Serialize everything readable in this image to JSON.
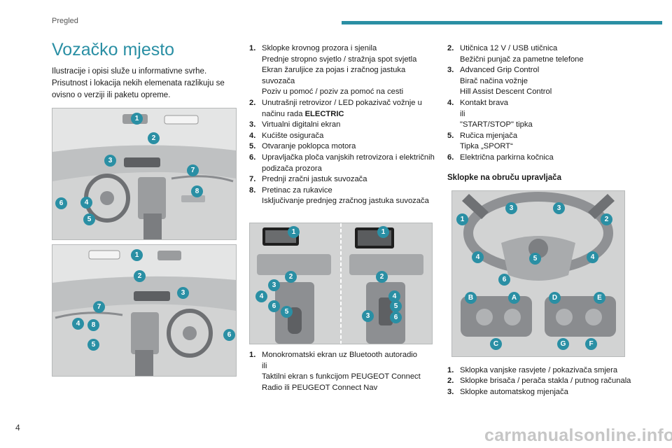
{
  "header": {
    "section": "Pregled"
  },
  "page_number": "4",
  "watermark": "carmanualsonline.info",
  "colors": {
    "accent": "#2a8fa4",
    "text": "#1a1a1a",
    "figure_bg": "#d2d3d3"
  },
  "title": "Vozačko mjesto",
  "intro": "Ilustracije i opisi služe u informativne svrhe. Prisutnost i lokacija nekih elemenata razlikuju se ovisno o verziji ili paketu opreme.",
  "figures": {
    "left_top": {
      "callouts": [
        "1",
        "2",
        "3",
        "7",
        "8",
        "6",
        "4",
        "5"
      ]
    },
    "left_bottom": {
      "callouts": [
        "1",
        "2",
        "3",
        "7",
        "4",
        "8",
        "6",
        "5"
      ]
    },
    "middle": {
      "callouts": [
        "1",
        "2",
        "3",
        "4",
        "6",
        "5",
        "1",
        "2",
        "4",
        "5",
        "3",
        "6"
      ]
    },
    "wheel": {
      "callouts": [
        "1",
        "3",
        "3",
        "2",
        "4",
        "5",
        "4",
        "6",
        "B",
        "A",
        "D",
        "E",
        "C",
        "G",
        "F"
      ]
    }
  },
  "list_col2": [
    {
      "num": "1.",
      "lines": [
        "Sklopke krovnog prozora i sjenila",
        "Prednje stropno svjetlo / stražnja spot svjetla",
        "Ekran žaruljice za pojas i zračnog jastuka suvozača",
        "Poziv u pomoć / poziv za pomoć na cesti"
      ]
    },
    {
      "num": "2.",
      "lines": [
        "Unutrašnji retrovizor / LED pokazivač vožnje u načinu rada "
      ],
      "bold": "ELECTRIC"
    },
    {
      "num": "3.",
      "lines": [
        "Virtualni digitalni ekran"
      ]
    },
    {
      "num": "4.",
      "lines": [
        "Kućište osigurača"
      ]
    },
    {
      "num": "5.",
      "lines": [
        "Otvaranje poklopca motora"
      ]
    },
    {
      "num": "6.",
      "lines": [
        "Upravljačka ploča vanjskih retrovizora i električnih podizača prozora"
      ]
    },
    {
      "num": "7.",
      "lines": [
        "Prednji zračni jastuk suvozača"
      ]
    },
    {
      "num": "8.",
      "lines": [
        "Pretinac za rukavice",
        "Isključivanje prednjeg zračnog jastuka suvozača"
      ]
    }
  ],
  "list_col2_bottom": [
    {
      "num": "1.",
      "lines": [
        "Monokromatski ekran uz Bluetooth autoradio",
        "ili",
        "Taktilni ekran s funkcijom PEUGEOT Connect Radio ili PEUGEOT Connect Nav"
      ]
    }
  ],
  "list_col3": [
    {
      "num": "2.",
      "lines": [
        "Utičnica 12 V / USB utičnica",
        "Bežični punjač za pametne telefone"
      ]
    },
    {
      "num": "3.",
      "lines": [
        "Advanced Grip Control",
        "Birač načina vožnje",
        "Hill Assist Descent Control"
      ]
    },
    {
      "num": "4.",
      "lines": [
        "Kontakt brava",
        "ili",
        "\"START/STOP\" tipka"
      ]
    },
    {
      "num": "5.",
      "lines": [
        "Ručica mjenjača",
        "Tipka „SPORT“"
      ]
    },
    {
      "num": "6.",
      "lines": [
        "Električna parkirna kočnica"
      ]
    }
  ],
  "steering_heading": "Sklopke na obruču upravljača",
  "list_col3_bottom": [
    {
      "num": "1.",
      "lines": [
        "Sklopka vanjske rasvjete / pokazivača smjera"
      ]
    },
    {
      "num": "2.",
      "lines": [
        "Sklopke brisača / perača stakla / putnog računala"
      ]
    },
    {
      "num": "3.",
      "lines": [
        "Sklopke automatskog mjenjača"
      ]
    }
  ]
}
